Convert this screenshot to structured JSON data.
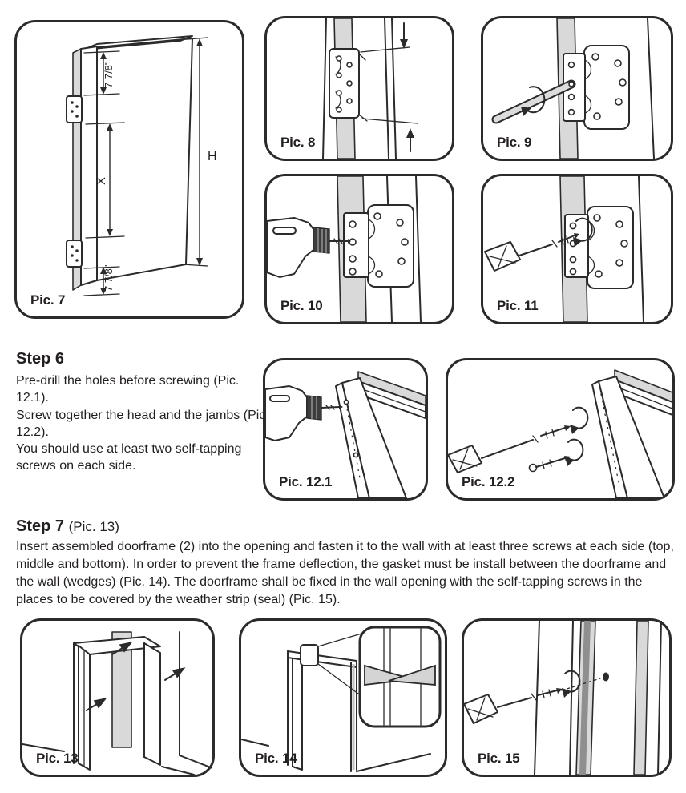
{
  "colors": {
    "ink": "#2b2b2b",
    "panel_gray": "#d9d9d9",
    "background": "#ffffff"
  },
  "panels": {
    "pic7": {
      "label": "Pic. 7",
      "dims": {
        "top": "7 7/8\"",
        "middle": "X",
        "height": "H",
        "bottom": "7 7/8\""
      }
    },
    "pic8": {
      "label": "Pic. 8"
    },
    "pic9": {
      "label": "Pic. 9"
    },
    "pic10": {
      "label": "Pic. 10"
    },
    "pic11": {
      "label": "Pic. 11"
    },
    "pic12_1": {
      "label": "Pic. 12.1"
    },
    "pic12_2": {
      "label": "Pic. 12.2"
    },
    "pic13": {
      "label": "Pic. 13"
    },
    "pic14": {
      "label": "Pic. 14"
    },
    "pic15": {
      "label": "Pic. 15"
    }
  },
  "step6": {
    "title": "Step 6",
    "lines": [
      "Pre-drill the holes before screwing (Pic. 12.1).",
      "Screw together the head and the jambs (Pic. 12.2).",
      "You should use at least two self-tapping screws on each side."
    ]
  },
  "step7": {
    "title": "Step 7",
    "title_ref": "(Pic. 13)",
    "body": "Insert assembled doorframe (2) into the opening and fasten it to the wall with at least three screws at each side (top, middle and bottom). In order to prevent the frame deflection, the gasket must be install between the doorframe and the wall (wedges) (Pic. 14). The doorframe shall be fixed in the wall opening with the self-tapping screws in the places to be covered by the weather strip (seal) (Pic. 15)."
  }
}
